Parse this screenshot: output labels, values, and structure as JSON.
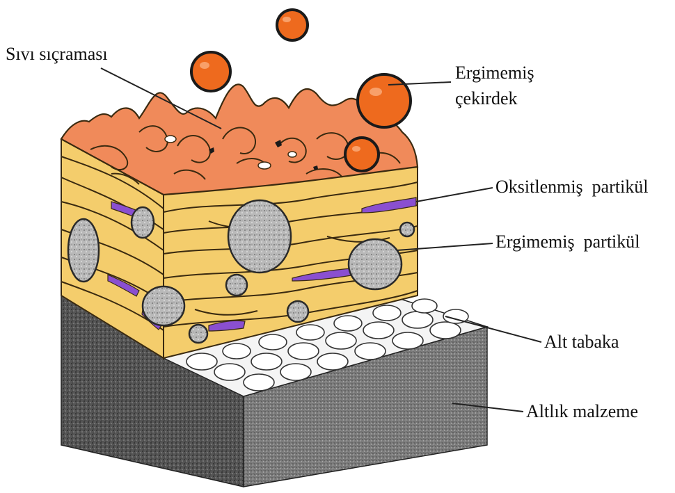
{
  "labels": {
    "liquid_splash": "Sıvı sıçraması",
    "unmelted_core_line1": "Ergimemiş",
    "unmelted_core_line2": "çekirdek",
    "oxidized_particle": "Oksitlenmiş  partikül",
    "unmelted_particle": "Ergimemiş  partikül",
    "sublayer": "Alt tabaka",
    "base_material": "Altlık malzeme"
  },
  "colors": {
    "splat_yellow": "#f4cd6c",
    "splat_outline": "#3a2a10",
    "liquid_orange": "#f08a5a",
    "droplet_orange": "#ee6a1e",
    "oxide_purple": "#8a4fd0",
    "unmelted_gray": "#a9a9a9",
    "substrate_dark": "#4a4a4a",
    "substrate_light": "#7a7a7a"
  }
}
